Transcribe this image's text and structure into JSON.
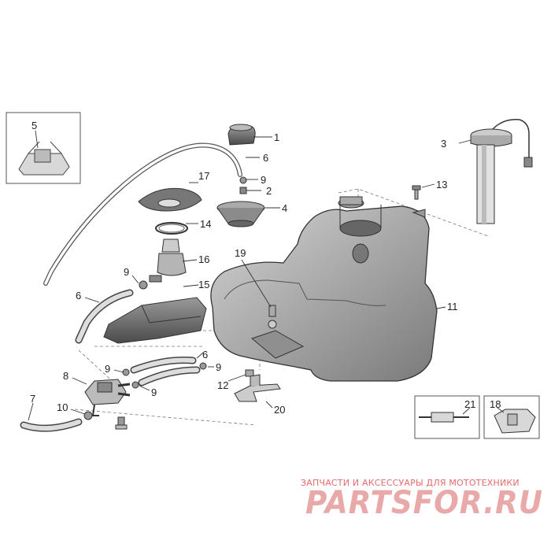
{
  "callouts": [
    "1",
    "2",
    "3",
    "4",
    "5",
    "6",
    "6",
    "6",
    "7",
    "8",
    "9",
    "9",
    "9",
    "9",
    "9",
    "10",
    "11",
    "12",
    "13",
    "14",
    "15",
    "16",
    "17",
    "18",
    "19",
    "20",
    "21"
  ],
  "watermark": {
    "tagline": "ЗАПЧАСТИ И АКСЕССУАРЫ ДЛЯ МОТОТЕХНИКИ",
    "logo": "PARTSFOR.RU"
  },
  "colors": {
    "part_fill": "#cfcfcf",
    "part_dark": "#8a8a8a",
    "line": "#444444",
    "watermark_text": "#e56b6b",
    "watermark_logo": "#e9a9a9"
  }
}
